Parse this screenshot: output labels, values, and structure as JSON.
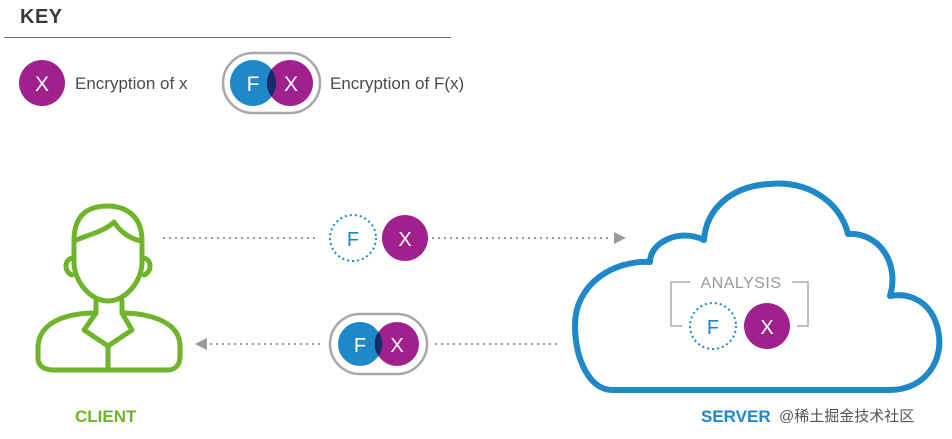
{
  "key": {
    "title": "KEY",
    "enc_x_symbol": "X",
    "enc_x_label": "Encryption of x",
    "enc_fx_symbol_f": "F",
    "enc_fx_symbol_x": "X",
    "enc_fx_label": "Encryption of F(x)"
  },
  "flow": {
    "request_f": "F",
    "request_x": "X",
    "response_f": "F",
    "response_x": "X"
  },
  "server": {
    "label": "SERVER",
    "analysis_label": "ANALYSIS",
    "analysis_f": "F",
    "analysis_x": "X"
  },
  "client": {
    "label": "CLIENT"
  },
  "watermark": "@稀土掘金技术社区",
  "colors": {
    "purple": "#a0218e",
    "blue": "#1e88c8",
    "navy": "#1b2a6b",
    "green": "#70b42c",
    "gray": "#9a9a9a",
    "text": "#4a4a4a"
  }
}
